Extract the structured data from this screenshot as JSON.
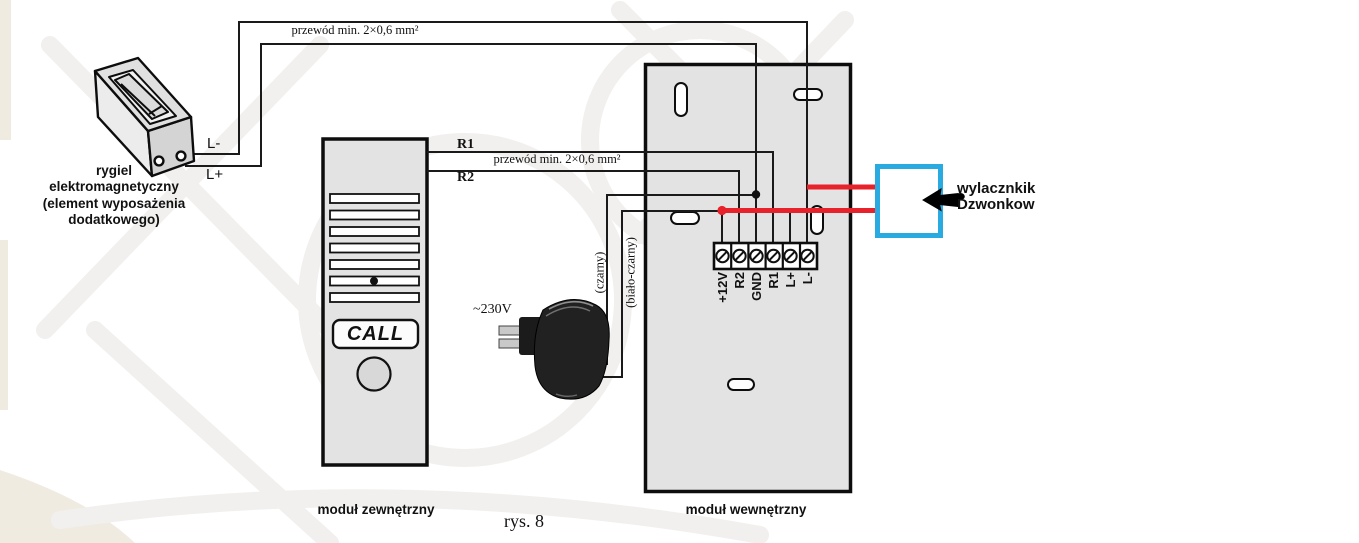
{
  "figure": {
    "caption": "rys. 8"
  },
  "lock": {
    "label_lines": [
      "rygiel",
      "elektromagnetyczny",
      "(element wyposażenia",
      "dodatkowego)"
    ],
    "terminal_neg": "L-",
    "terminal_pos": "L+"
  },
  "wires": {
    "top_cable_label": "przewód min. 2×0,6 mm²",
    "mid_cable_label": "przewód min. 2×0,6 mm²",
    "r1_label": "R1",
    "r2_label": "R2",
    "black_wire_label": "(czarny)",
    "white_black_wire_label": "(biało-czarny)"
  },
  "outdoor_module": {
    "caption": "moduł zewnętrzny",
    "call_button": "CALL"
  },
  "indoor_module": {
    "caption": "moduł wewnętrzny",
    "terminals": [
      "+12V",
      "R2",
      "GND",
      "R1",
      "L+",
      "L-"
    ]
  },
  "power": {
    "voltage": "~230V"
  },
  "bell_switch": {
    "label_line1": "wylacznkik",
    "label_line2": "Dzwonkow"
  },
  "colors": {
    "wire_red": "#e8222a",
    "switch_blue": "#29abe2",
    "module_fill": "#e3e3e3"
  }
}
